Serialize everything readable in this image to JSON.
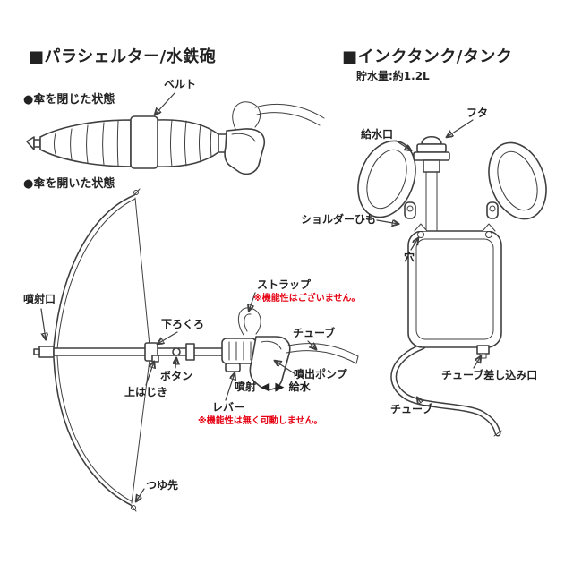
{
  "colors": {
    "ink": "#3f3f3f",
    "text": "#222222",
    "warning_red": "#e50012"
  },
  "sections": {
    "parashelter": {
      "heading": "■パラシェルター/水鉄砲",
      "state_closed": "●傘を閉じた状態",
      "state_open": "●傘を開いた状態",
      "labels": {
        "belt": "ベルト",
        "nozzle": "噴射口",
        "lower_runner": "下ろくろ",
        "strap": "ストラップ",
        "strap_note": "※機能性はございません。",
        "tube": "チューブ",
        "button": "ボタン",
        "upper_stopper": "上はじき",
        "spray": "噴射",
        "supply": "給水",
        "pump": "噴出ポンプ",
        "lever": "レバー",
        "lever_note": "※機能性は無く可動しません。",
        "tip": "つゆ先"
      }
    },
    "tank": {
      "heading": "■インクタンク/タンク",
      "capacity": "貯水量:約1.2L",
      "labels": {
        "lid": "フタ",
        "inlet": "給水口",
        "shoulder_strap": "ショルダーひも",
        "hole": "穴",
        "tube_port": "チューブ差し込み口",
        "tube": "チューブ"
      }
    }
  },
  "icons": {
    "arrow_left": "◀",
    "arrow_right": "▶"
  }
}
